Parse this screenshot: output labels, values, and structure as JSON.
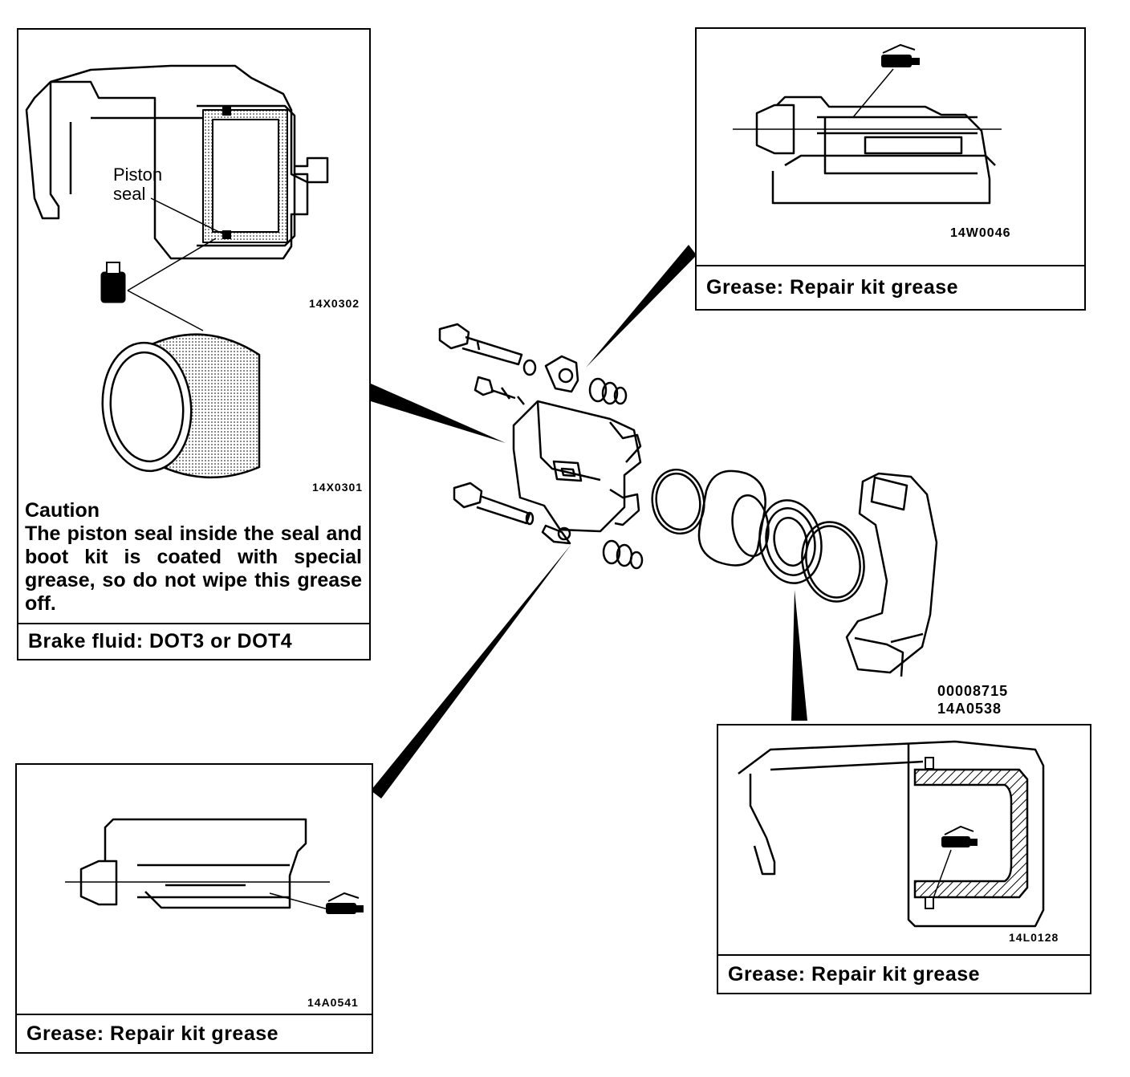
{
  "panels": {
    "top_left": {
      "piston_seal_label": [
        "Piston",
        "seal"
      ],
      "code_upper": "14X0302",
      "code_lower": "14X0301",
      "caution_title": "Caution",
      "caution_text": "The piston seal inside the seal and boot kit is coated with special grease, so do not wipe this grease off.",
      "footer": "Brake fluid: DOT3 or DOT4"
    },
    "top_right": {
      "code": "14W0046",
      "footer": "Grease: Repair kit grease"
    },
    "bottom_left": {
      "code": "14A0541",
      "footer": "Grease: Repair kit grease"
    },
    "bottom_right": {
      "code": "14L0128",
      "footer": "Grease: Repair kit grease"
    }
  },
  "main_figure": {
    "code_line1": "00008715",
    "code_line2": "14A0538"
  }
}
